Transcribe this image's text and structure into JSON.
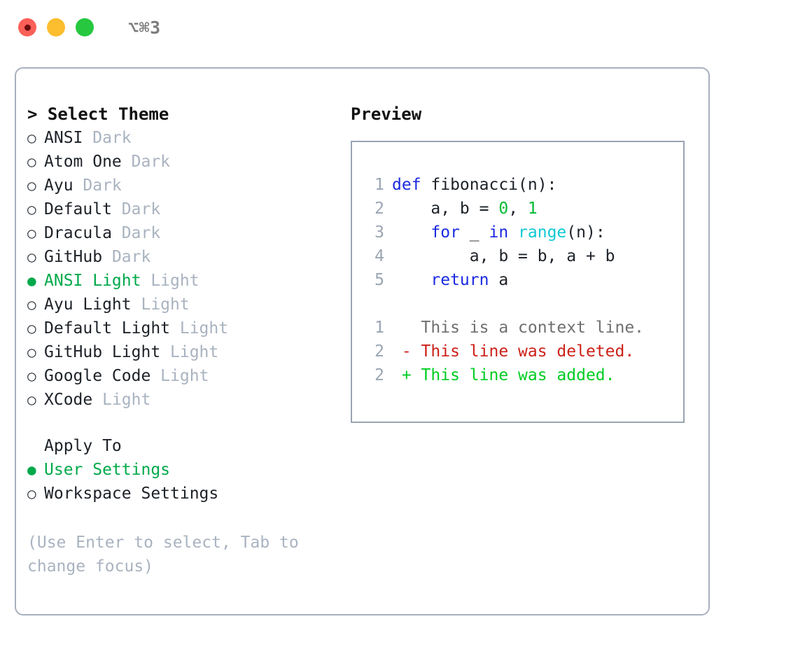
{
  "window": {
    "title": "⌥⌘3",
    "traffic_lights": [
      {
        "name": "close",
        "color": "#fb6058"
      },
      {
        "name": "minimize",
        "color": "#fcbd2e"
      },
      {
        "name": "zoom",
        "color": "#27c83f"
      }
    ]
  },
  "theme_panel": {
    "header": "> Select Theme",
    "items": [
      {
        "bullet": "○",
        "name": "ANSI",
        "variant": "Dark",
        "selected": false
      },
      {
        "bullet": "○",
        "name": "Atom One",
        "variant": "Dark",
        "selected": false
      },
      {
        "bullet": "○",
        "name": "Ayu",
        "variant": "Dark",
        "selected": false
      },
      {
        "bullet": "○",
        "name": "Default",
        "variant": "Dark",
        "selected": false
      },
      {
        "bullet": "○",
        "name": "Dracula",
        "variant": "Dark",
        "selected": false
      },
      {
        "bullet": "○",
        "name": "GitHub",
        "variant": "Dark",
        "selected": false
      },
      {
        "bullet": "●",
        "name": "ANSI Light",
        "variant": "Light",
        "selected": true
      },
      {
        "bullet": "○",
        "name": "Ayu Light",
        "variant": "Light",
        "selected": false
      },
      {
        "bullet": "○",
        "name": "Default Light",
        "variant": "Light",
        "selected": false
      },
      {
        "bullet": "○",
        "name": "GitHub Light",
        "variant": "Light",
        "selected": false
      },
      {
        "bullet": "○",
        "name": "Google Code",
        "variant": "Light",
        "selected": false
      },
      {
        "bullet": "○",
        "name": "XCode",
        "variant": "Light",
        "selected": false
      }
    ]
  },
  "apply_to": {
    "header": "Apply To",
    "items": [
      {
        "bullet": "●",
        "name": "User Settings",
        "selected": true
      },
      {
        "bullet": "○",
        "name": "Workspace Settings",
        "selected": false
      }
    ]
  },
  "hint": "(Use Enter to select, Tab to change focus)",
  "preview": {
    "label": "Preview",
    "code_lines": [
      {
        "no": "1",
        "tokens": [
          {
            "t": "def",
            "c": "kw"
          },
          {
            "t": " fibonacci(n):",
            "c": "plain"
          }
        ]
      },
      {
        "no": "2",
        "tokens": [
          {
            "t": "    a, b = ",
            "c": "plain"
          },
          {
            "t": "0",
            "c": "num"
          },
          {
            "t": ", ",
            "c": "plain"
          },
          {
            "t": "1",
            "c": "num"
          }
        ]
      },
      {
        "no": "3",
        "tokens": [
          {
            "t": "    ",
            "c": "plain"
          },
          {
            "t": "for",
            "c": "kw"
          },
          {
            "t": " _ ",
            "c": "plain"
          },
          {
            "t": "in",
            "c": "kw"
          },
          {
            "t": " ",
            "c": "plain"
          },
          {
            "t": "range",
            "c": "fn"
          },
          {
            "t": "(n):",
            "c": "plain"
          }
        ]
      },
      {
        "no": "4",
        "tokens": [
          {
            "t": "        a, b = b, a + b",
            "c": "plain"
          }
        ]
      },
      {
        "no": "5",
        "tokens": [
          {
            "t": "    ",
            "c": "plain"
          },
          {
            "t": "return",
            "c": "kw"
          },
          {
            "t": " a",
            "c": "plain"
          }
        ]
      }
    ],
    "diff_lines": [
      {
        "no": "1",
        "marker": "  ",
        "text": "This is a context line.",
        "kind": "ctx"
      },
      {
        "no": "2",
        "marker": "- ",
        "text": "This line was deleted.",
        "kind": "del"
      },
      {
        "no": "2",
        "marker": "+ ",
        "text": "This line was added.",
        "kind": "add"
      }
    ]
  },
  "colors": {
    "accent_green": "#00a94a",
    "muted": "#a9b3c0",
    "keyword_blue": "#1a2ae0",
    "function_cyan": "#0fc9d4",
    "number_green": "#00bb33",
    "diff_deleted": "#cc2118",
    "diff_added": "#00cc22",
    "diff_context": "#6f6f6f",
    "border": "#a8b0bd"
  }
}
